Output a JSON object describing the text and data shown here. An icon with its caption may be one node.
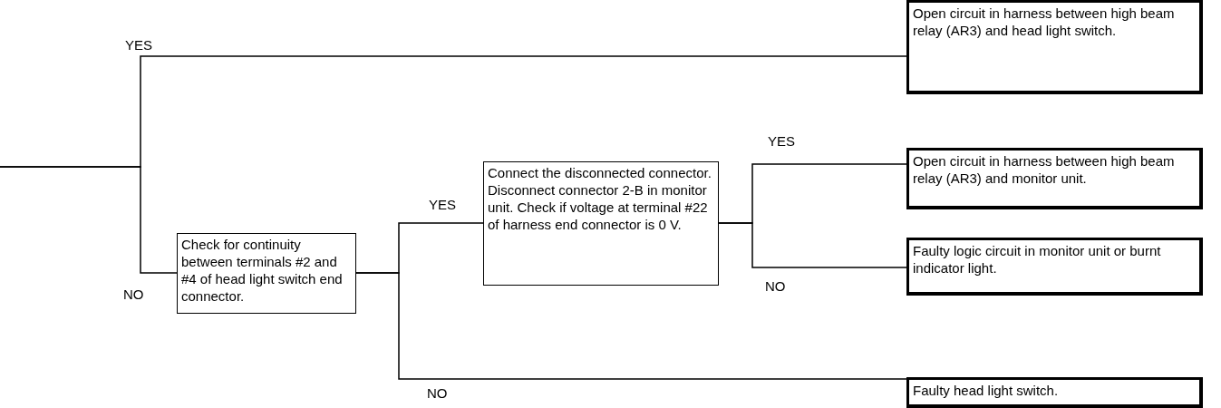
{
  "diagram": {
    "nodes": [
      {
        "text": [
          "Open circuit in harness between high beam relay (AR3) and head light switch."
        ]
      },
      {
        "text": [
          "Check for continuity between terminals #2 and #4 of head light switch end connector."
        ]
      },
      {
        "text": [
          "Connect the disconnected connector. Disconnect connector 2-B in monitor unit. Check if voltage at terminal #22 of harness end connector is 0 V."
        ]
      },
      {
        "text": [
          "Open circuit in harness between high beam relay (AR3) and monitor unit."
        ]
      },
      {
        "text": [
          "Faulty logic circuit in monitor unit or burnt indicator light."
        ]
      },
      {
        "text": [
          "Faulty head light switch."
        ]
      }
    ],
    "edges": [
      {
        "from": null,
        "to": 0,
        "arrow": "none",
        "label": "YES"
      },
      {
        "from": null,
        "to": 1,
        "arrow": "none",
        "label": "NO"
      },
      {
        "from": 1,
        "to": 2,
        "arrow": "none",
        "label": "YES"
      },
      {
        "from": 1,
        "to": 5,
        "arrow": "none",
        "label": "NO"
      },
      {
        "from": 2,
        "to": 3,
        "arrow": "none",
        "label": "YES"
      },
      {
        "from": 2,
        "to": 4,
        "arrow": "none",
        "label": "NO"
      }
    ]
  }
}
